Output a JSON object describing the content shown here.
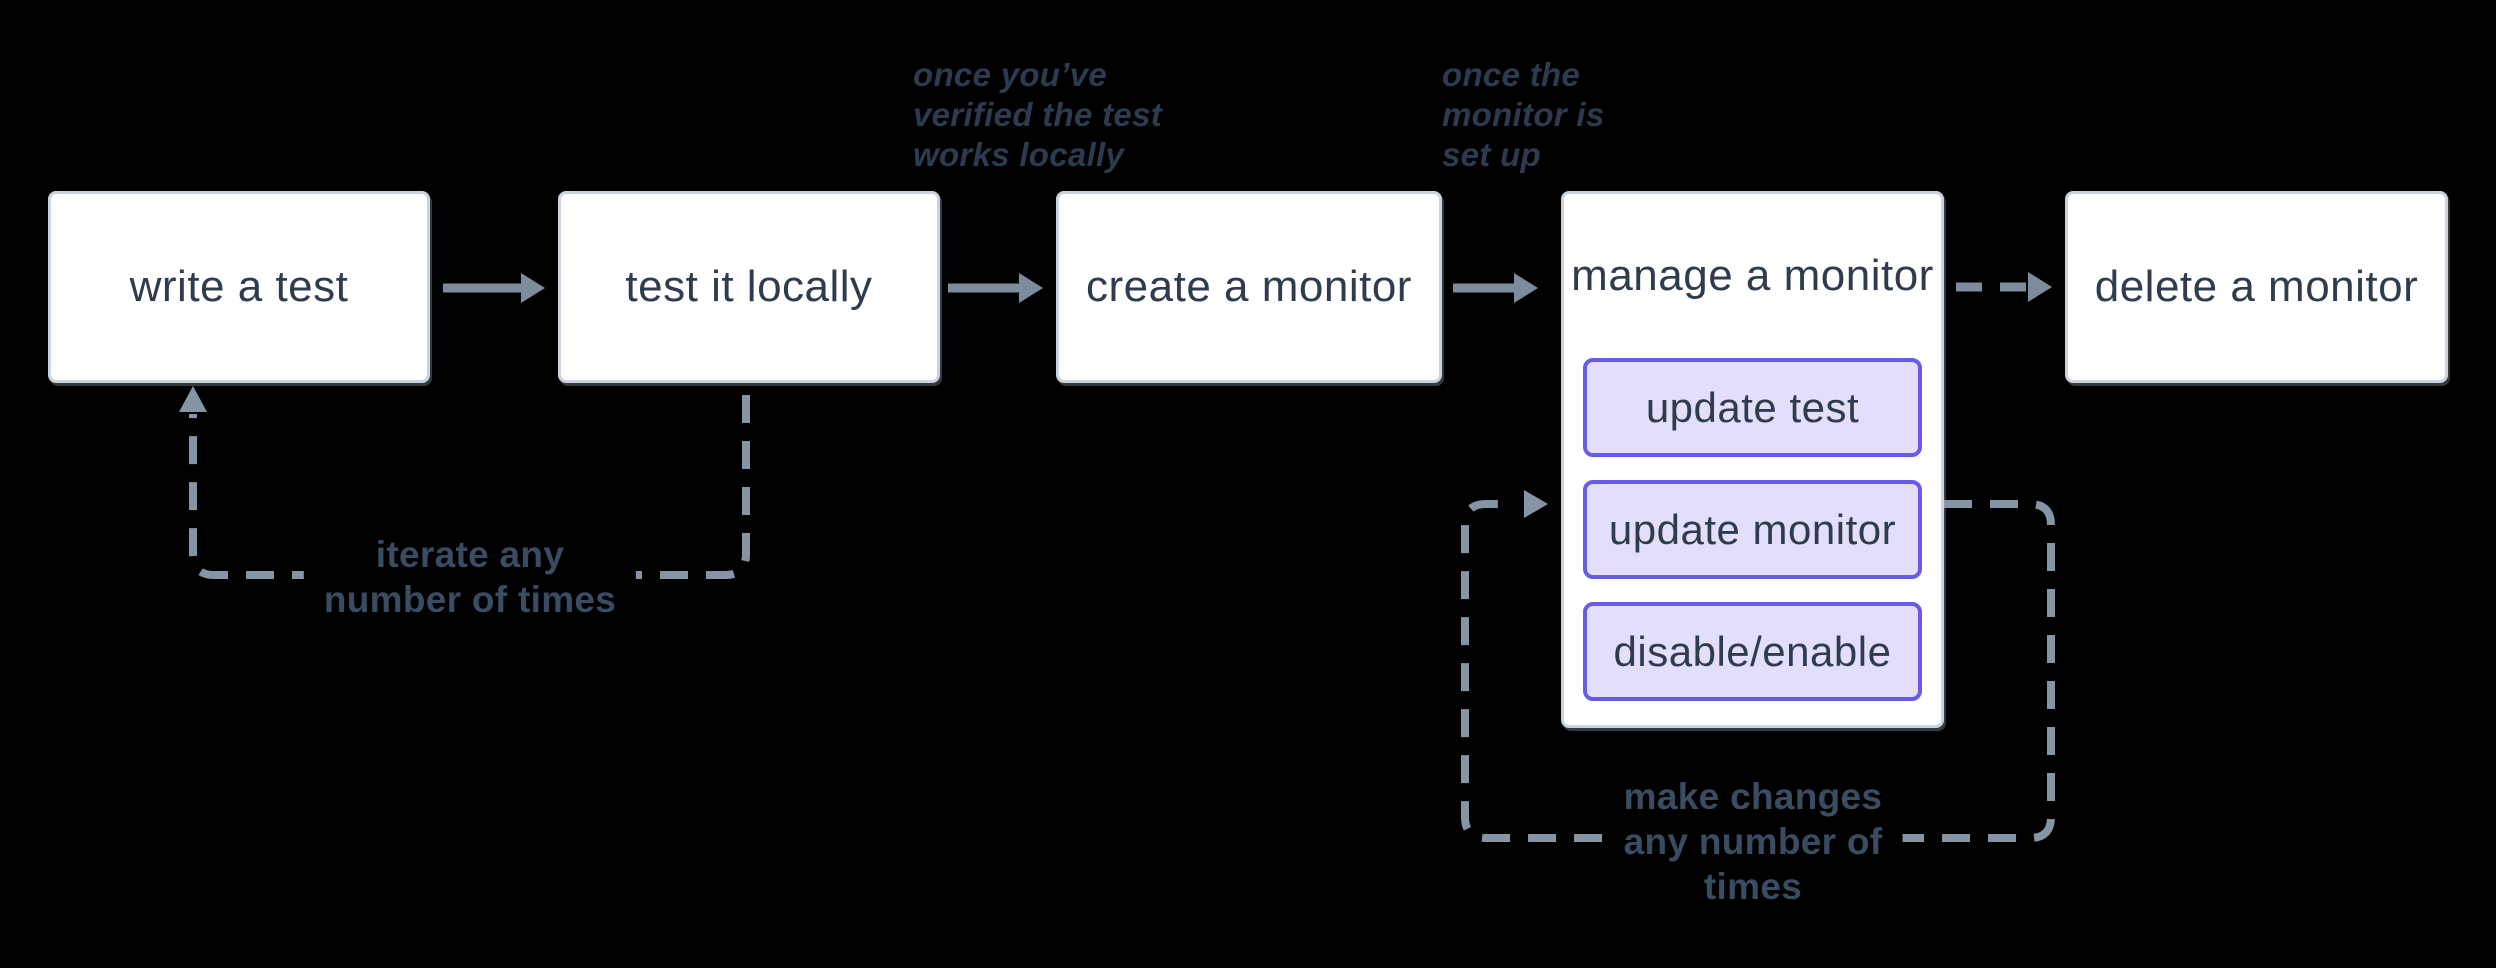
{
  "diagram": {
    "title_semantic": "monitor lifecycle flowchart",
    "background_color": "#000000",
    "colors": {
      "node_fill": "#ffffff",
      "node_border": "#c9d4de",
      "node_text": "#2e3c4e",
      "sub_node_fill": "#e3defa",
      "sub_node_border": "#675ce8",
      "solid_arrow": "#7d8c9c",
      "dashed_loop": "#8695a5",
      "annotation_text": "#2c3b4f",
      "loop_label_text": "#3a4c61"
    },
    "nodes": [
      {
        "id": "write-a-test",
        "label": "write a test"
      },
      {
        "id": "test-it-locally",
        "label": "test it locally"
      },
      {
        "id": "create-a-monitor",
        "label": "create a monitor"
      },
      {
        "id": "manage-a-monitor",
        "label": "manage a monitor",
        "children": [
          {
            "label": "update test"
          },
          {
            "label": "update monitor"
          },
          {
            "label": "disable/enable"
          }
        ]
      },
      {
        "id": "delete-a-monitor",
        "label": "delete a monitor"
      }
    ],
    "connectors": [
      {
        "name": "write-to-test",
        "type": "solid-arrow"
      },
      {
        "name": "test-to-create",
        "type": "solid-arrow"
      },
      {
        "name": "create-to-manage",
        "type": "solid-arrow"
      },
      {
        "name": "manage-to-delete",
        "type": "dashed-arrow"
      },
      {
        "name": "test-back-to-write-loop",
        "type": "dashed-loop"
      },
      {
        "name": "manage-self-loop",
        "type": "dashed-loop"
      }
    ],
    "annotations": [
      {
        "lines": [
          "once you’ve",
          "verified the test",
          "works locally"
        ]
      },
      {
        "lines": [
          "once the",
          "monitor is",
          "set up"
        ]
      }
    ],
    "loop_labels": [
      {
        "lines": [
          "iterate any",
          "number of times"
        ]
      },
      {
        "lines": [
          "make changes",
          "any number of",
          "times"
        ]
      }
    ]
  }
}
